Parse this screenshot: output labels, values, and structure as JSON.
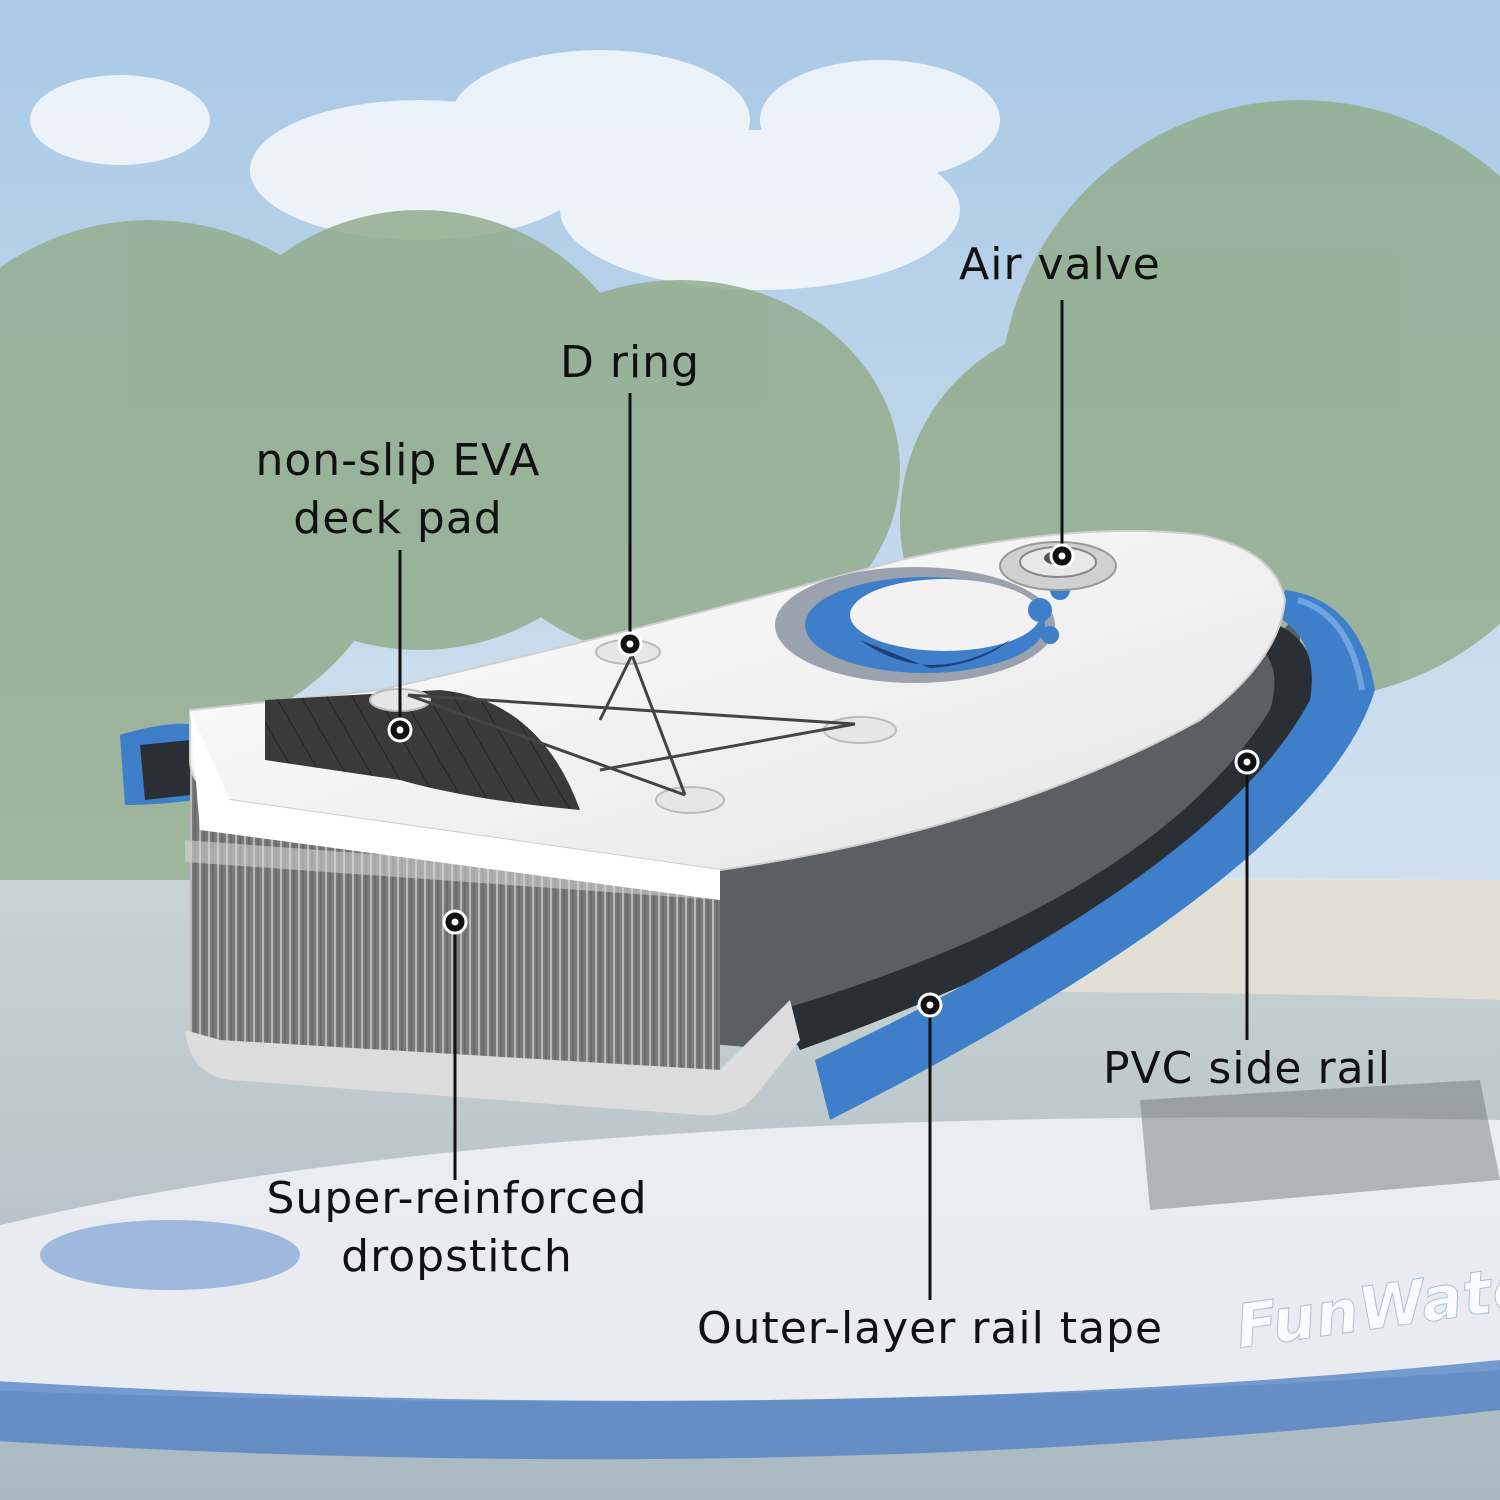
{
  "callouts": {
    "air_valve": "Air valve",
    "d_ring": "D ring",
    "deck_pad_line1": "non-slip EVA",
    "deck_pad_line2": "deck pad",
    "pvc_side_rail": "PVC side rail",
    "dropstitch_line1": "Super-reinforced",
    "dropstitch_line2": "dropstitch",
    "rail_tape": "Outer-layer rail tape"
  },
  "watermark_brand": "FunWater",
  "colors": {
    "sky": "#bfd6ea",
    "foliage": "#8fa98a",
    "board_white": "#f2f2f2",
    "rail_blue": "#3f7fc9",
    "rail_dark": "#2a2f36",
    "dropstitch": "#6e6e6e",
    "deck_pad": "#3a3a3a",
    "leader": "#111111"
  }
}
